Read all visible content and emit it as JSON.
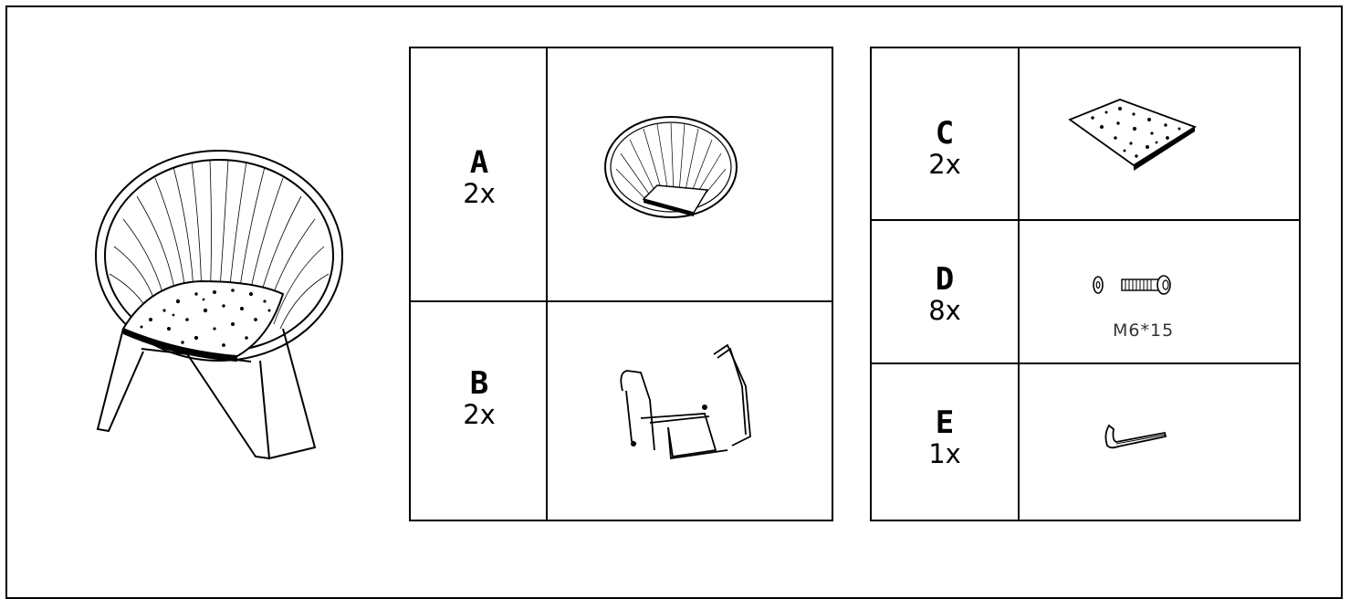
{
  "parts": [
    {
      "letter": "A",
      "qty": "2x",
      "icon": "chair-seat-icon"
    },
    {
      "letter": "B",
      "qty": "2x",
      "icon": "chair-frame-icon"
    },
    {
      "letter": "C",
      "qty": "2x",
      "icon": "cushion-icon"
    },
    {
      "letter": "D",
      "qty": "8x",
      "icon": "bolt-washer-icon",
      "spec": "M6*15"
    },
    {
      "letter": "E",
      "qty": "1x",
      "icon": "allen-key-icon"
    }
  ],
  "colors": {
    "line": "#000000",
    "background": "#ffffff"
  }
}
